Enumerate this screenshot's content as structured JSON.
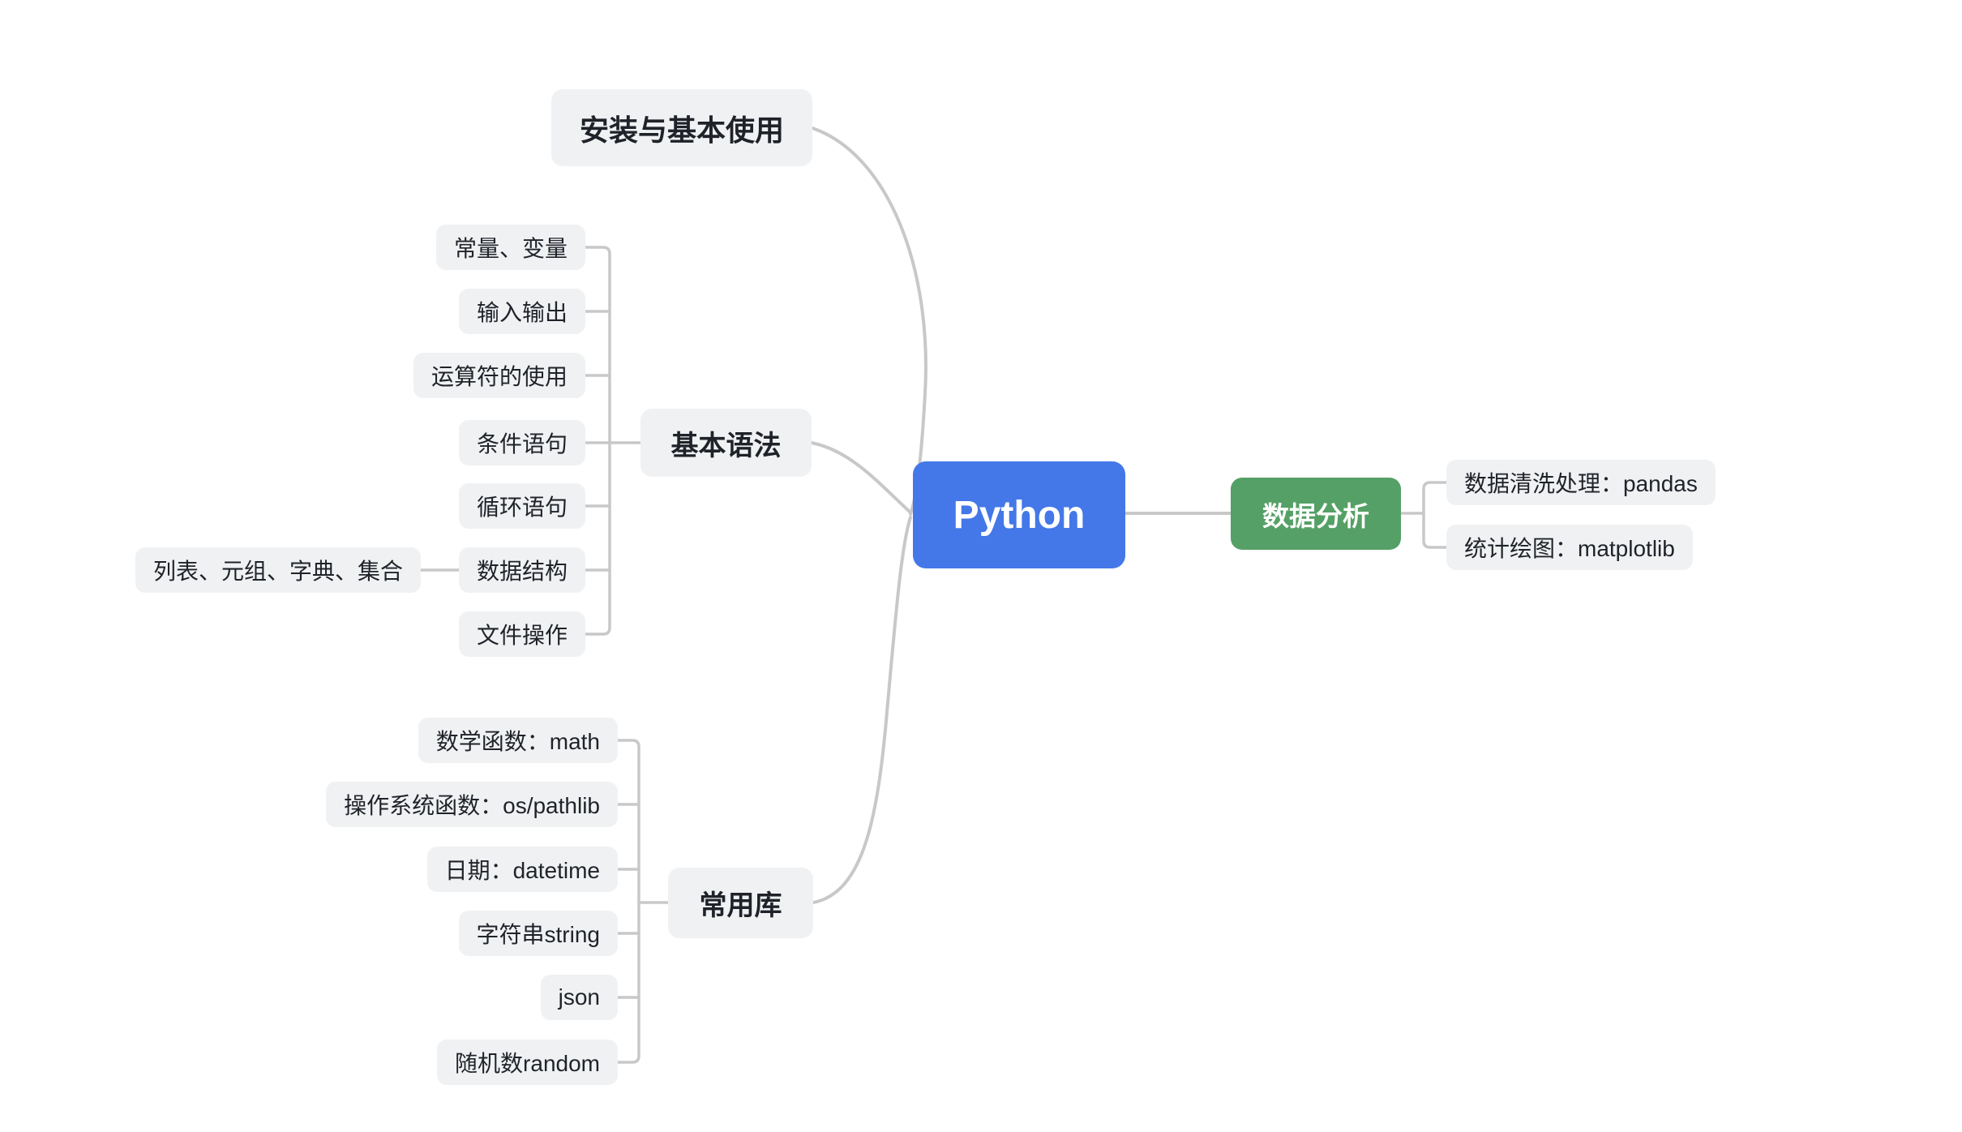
{
  "canvas": {
    "background": "#ffffff"
  },
  "colors": {
    "root_bg": "#4478e8",
    "root_text": "#ffffff",
    "analysis_bg": "#55a066",
    "analysis_text": "#ffffff",
    "node_bg": "#f0f1f3",
    "node_text": "#1f2329",
    "connector": "#c8c8c8",
    "canvas_bg": "#ffffff"
  },
  "root": {
    "label": "Python"
  },
  "branches": {
    "install": {
      "label": "安装与基本使用"
    },
    "basic": {
      "label": "基本语法",
      "children": [
        {
          "label": "常量、变量"
        },
        {
          "label": "输入输出"
        },
        {
          "label": "运算符的使用"
        },
        {
          "label": "条件语句"
        },
        {
          "label": "循环语句"
        },
        {
          "label": "数据结构",
          "children": [
            {
              "label": "列表、元组、字典、集合"
            }
          ]
        },
        {
          "label": "文件操作"
        }
      ]
    },
    "libs": {
      "label": "常用库",
      "children": [
        {
          "label": "数学函数：math"
        },
        {
          "label": "操作系统函数：os/pathlib"
        },
        {
          "label": "日期：datetime"
        },
        {
          "label": "字符串string"
        },
        {
          "label": "json"
        },
        {
          "label": "随机数random"
        }
      ]
    },
    "analysis": {
      "label": "数据分析",
      "children": [
        {
          "label": "数据清洗处理：pandas"
        },
        {
          "label": "统计绘图：matplotlib"
        }
      ]
    }
  }
}
